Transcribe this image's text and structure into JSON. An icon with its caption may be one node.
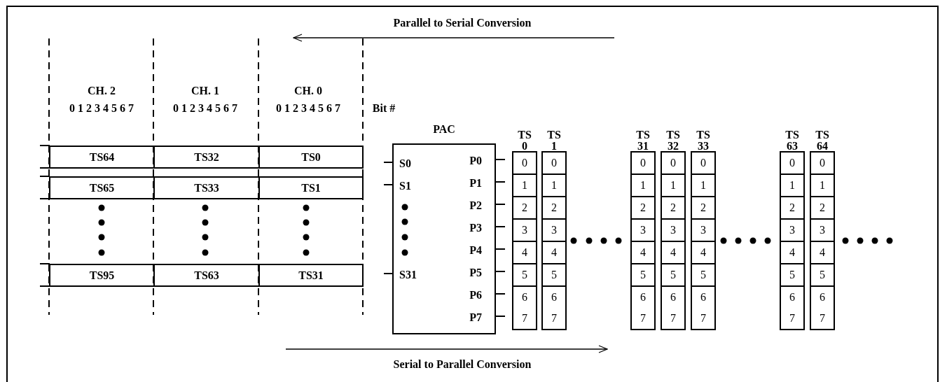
{
  "diagram": {
    "nodes": [
      {
        "text": [
          "TS64"
        ]
      },
      {
        "text": [
          "TS32"
        ]
      },
      {
        "text": [
          "TS0"
        ]
      },
      {
        "text": [
          "TS65"
        ]
      },
      {
        "text": [
          "TS33"
        ]
      },
      {
        "text": [
          "TS1"
        ]
      },
      {
        "text": [
          "TS95"
        ]
      },
      {
        "text": [
          "TS63"
        ]
      },
      {
        "text": [
          "TS31"
        ]
      },
      {
        "text": [
          "PAC",
          "S0",
          "P0",
          "S1",
          "P1",
          "P2",
          "P3",
          "P4",
          "S31",
          "P5",
          "P6",
          "P7"
        ]
      },
      {
        "text": [
          "TS 0"
        ]
      },
      {
        "text": [
          "0"
        ],
        "in": 10
      },
      {
        "text": [
          "1"
        ],
        "in": 10
      },
      {
        "text": [
          "2"
        ],
        "in": 10
      },
      {
        "text": [
          "3"
        ],
        "in": 10
      },
      {
        "text": [
          "4"
        ],
        "in": 10
      },
      {
        "text": [
          "5"
        ],
        "in": 10
      },
      {
        "text": [
          "6"
        ],
        "in": 10
      },
      {
        "text": [
          "7"
        ],
        "in": 10
      },
      {
        "text": [
          "TS 1"
        ]
      },
      {
        "text": [
          "0"
        ],
        "in": 19
      },
      {
        "text": [
          "1"
        ],
        "in": 19
      },
      {
        "text": [
          "2"
        ],
        "in": 19
      },
      {
        "text": [
          "3"
        ],
        "in": 19
      },
      {
        "text": [
          "4"
        ],
        "in": 19
      },
      {
        "text": [
          "5"
        ],
        "in": 19
      },
      {
        "text": [
          "6"
        ],
        "in": 19
      },
      {
        "text": [
          "7"
        ],
        "in": 19
      },
      {
        "text": [
          "TS 31"
        ]
      },
      {
        "text": [
          "0"
        ],
        "in": 28
      },
      {
        "text": [
          "1"
        ],
        "in": 28
      },
      {
        "text": [
          "2"
        ],
        "in": 28
      },
      {
        "text": [
          "3"
        ],
        "in": 28
      },
      {
        "text": [
          "4"
        ],
        "in": 28
      },
      {
        "text": [
          "5"
        ],
        "in": 28
      },
      {
        "text": [
          "6"
        ],
        "in": 28
      },
      {
        "text": [
          "7"
        ],
        "in": 28
      },
      {
        "text": [
          "TS 32"
        ]
      },
      {
        "text": [
          "0"
        ],
        "in": 37
      },
      {
        "text": [
          "1"
        ],
        "in": 37
      },
      {
        "text": [
          "2"
        ],
        "in": 37
      },
      {
        "text": [
          "3"
        ],
        "in": 37
      },
      {
        "text": [
          "4"
        ],
        "in": 37
      },
      {
        "text": [
          "5"
        ],
        "in": 37
      },
      {
        "text": [
          "6"
        ],
        "in": 37
      },
      {
        "text": [
          "7"
        ],
        "in": 37
      },
      {
        "text": [
          "TS 33"
        ]
      },
      {
        "text": [
          "0"
        ],
        "in": 46
      },
      {
        "text": [
          "1"
        ],
        "in": 46
      },
      {
        "text": [
          "2"
        ],
        "in": 46
      },
      {
        "text": [
          "3"
        ],
        "in": 46
      },
      {
        "text": [
          "4"
        ],
        "in": 46
      },
      {
        "text": [
          "5"
        ],
        "in": 46
      },
      {
        "text": [
          "6"
        ],
        "in": 46
      },
      {
        "text": [
          "7"
        ],
        "in": 46
      },
      {
        "text": [
          "TS 63"
        ]
      },
      {
        "text": [
          "0"
        ],
        "in": 55
      },
      {
        "text": [
          "1"
        ],
        "in": 55
      },
      {
        "text": [
          "2"
        ],
        "in": 55
      },
      {
        "text": [
          "3"
        ],
        "in": 55
      },
      {
        "text": [
          "4"
        ],
        "in": 55
      },
      {
        "text": [
          "5"
        ],
        "in": 55
      },
      {
        "text": [
          "6"
        ],
        "in": 55
      },
      {
        "text": [
          "7"
        ],
        "in": 55
      },
      {
        "text": [
          "TS 64"
        ]
      },
      {
        "text": [
          "0"
        ],
        "in": 64
      },
      {
        "text": [
          "1"
        ],
        "in": 64
      },
      {
        "text": [
          "2"
        ],
        "in": 64
      },
      {
        "text": [
          "3"
        ],
        "in": 64
      },
      {
        "text": [
          "4"
        ],
        "in": 64
      },
      {
        "text": [
          "5"
        ],
        "in": 64
      },
      {
        "text": [
          "6"
        ],
        "in": 64
      },
      {
        "text": [
          "7"
        ],
        "in": 64
      }
    ],
    "labels": [
      "Parallel to Serial Conversion",
      "CH. 2",
      "CH. 1",
      "CH. 0",
      "0 1 2 3 4 5 6 7",
      "0 1 2 3 4 5 6 7",
      "0 1 2 3 4 5 6 7",
      "Bit #",
      "Serial to Parallel Conversion"
    ]
  }
}
